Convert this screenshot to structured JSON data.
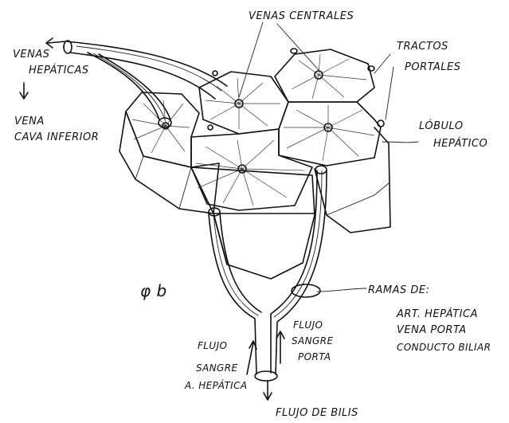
{
  "labels": {
    "venas_centrales": "VENAS CENTRALES",
    "venas_hepaticas_1": "VENAS",
    "venas_hepaticas_2": "HEPÁTICAS",
    "vena_cava_1": "VENA",
    "vena_cava_2": "CAVA INFERIOR",
    "tractos_1": "TRACTOS",
    "tractos_2": "PORTALES",
    "lobulo_1": "LÓBULO",
    "lobulo_2": "HEPÁTICO",
    "ramas_1": "RAMAS DE:",
    "ramas_2": "ART. HEPÁTICA",
    "ramas_3": "VENA PORTA",
    "ramas_4": "CONDUCTO BILIAR",
    "flujo_arteria_1": "FLUJO",
    "flujo_arteria_2": "SANGRE",
    "flujo_arteria_3": "A. HEPÁTICA",
    "flujo_porta_1": "FLUJO",
    "flujo_porta_2": "SANGRE",
    "flujo_porta_3": "PORTA",
    "flujo_bilis": "FLUJO DE BILIS",
    "signature": "φ b"
  }
}
